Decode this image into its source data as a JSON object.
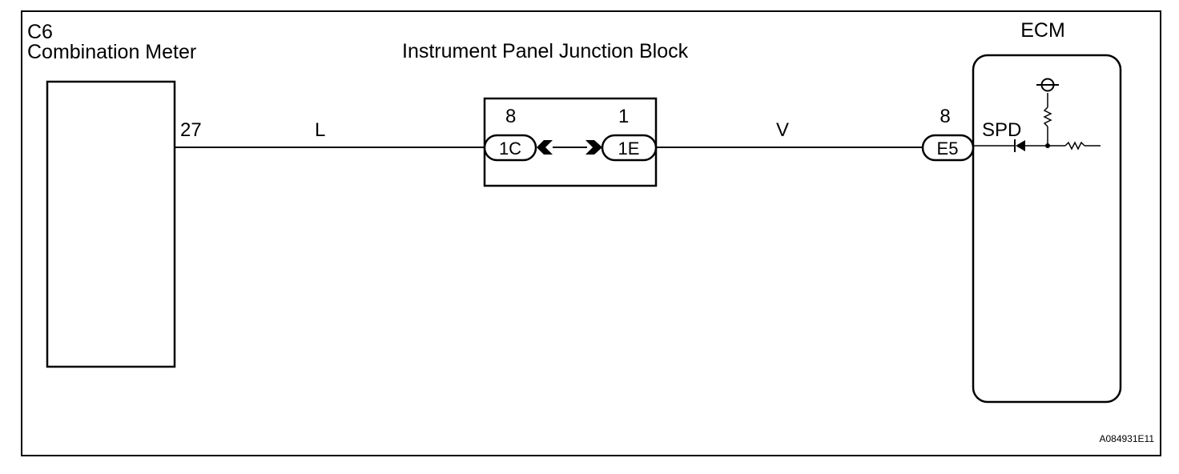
{
  "meter": {
    "code": "C6",
    "name": "Combination Meter",
    "pin": "27"
  },
  "wire_left": {
    "color": "L"
  },
  "junction": {
    "title": "Instrument Panel Junction Block",
    "left_connector": {
      "code": "1C",
      "pin": "8"
    },
    "right_connector": {
      "code": "1E",
      "pin": "1"
    }
  },
  "wire_right": {
    "color": "V"
  },
  "ecm": {
    "title": "ECM",
    "connector": "E5",
    "pin": "8",
    "signal": "SPD"
  },
  "ref_code": "A084931E11"
}
